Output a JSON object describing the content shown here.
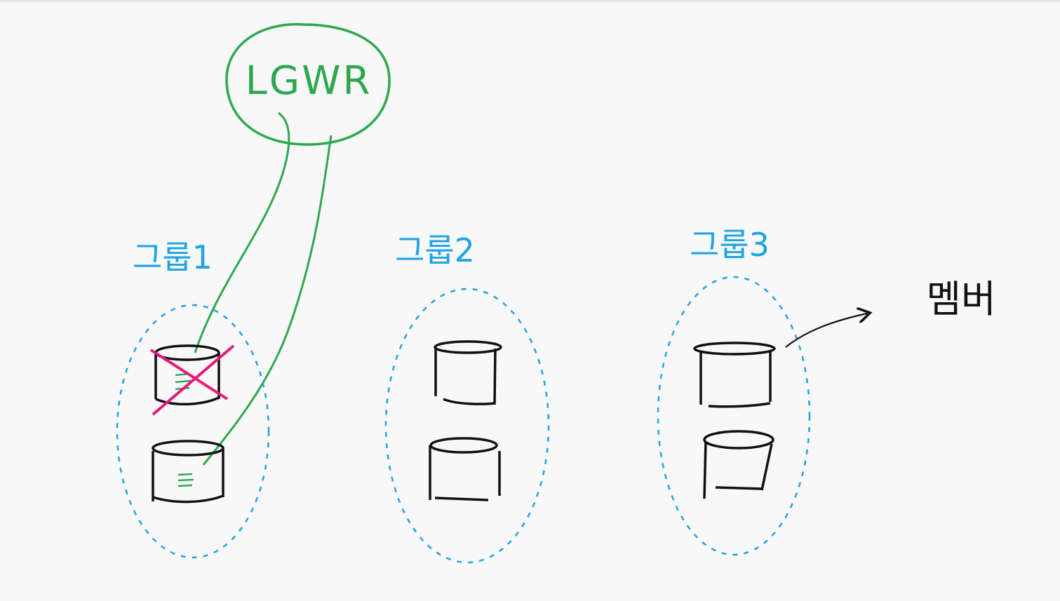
{
  "process": {
    "label": "LGWR",
    "color": "#2ea84f"
  },
  "groups": [
    {
      "label": "그룹1",
      "members": 2,
      "written": true,
      "first_member_failed": true
    },
    {
      "label": "그룹2",
      "members": 2,
      "written": false,
      "first_member_failed": false
    },
    {
      "label": "그룹3",
      "members": 2,
      "written": false,
      "first_member_failed": false
    }
  ],
  "annotation": {
    "label": "멤버"
  },
  "colors": {
    "group": "#1ea3e4",
    "member": "#111111",
    "failure": "#e8197a",
    "write": "#2ea84f"
  }
}
